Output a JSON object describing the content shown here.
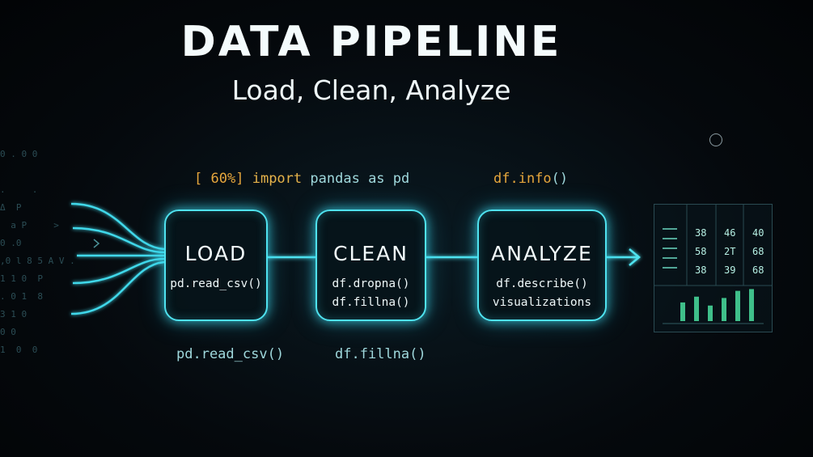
{
  "title": "DATA PIPELINE",
  "subtitle": "Load, Clean, Analyze",
  "annotations": {
    "top_left": {
      "bracket_open": "[",
      "percent": "60%",
      "bracket_close": "]",
      "keyword_import": "import",
      "module": "pandas",
      "keyword_as": "as",
      "alias": "pd"
    },
    "top_right": {
      "call": "df.info",
      "parens": "()"
    },
    "bottom_left": "pd.read_csv()",
    "bottom_mid": "df.fillna()"
  },
  "stages": [
    {
      "name": "LOAD",
      "commands": [
        "pd.read_csv()"
      ]
    },
    {
      "name": "CLEAN",
      "commands": [
        "df.dropna()",
        "df.fillna()"
      ]
    },
    {
      "name": "ANALYZE",
      "commands": [
        "df.describe()",
        "visualizations"
      ]
    }
  ],
  "summary_table": {
    "rows": [
      [
        "38",
        "46",
        "40"
      ],
      [
        "58",
        "2T",
        "68"
      ],
      [
        "38",
        "39",
        "68"
      ]
    ],
    "bar_levels": [
      0.42,
      0.55,
      0.35,
      0.52,
      0.68,
      0.72
    ]
  },
  "colors": {
    "accent": "#4fe3f0",
    "highlight": "#e6a63c",
    "bars": "#3fbf8a"
  }
}
